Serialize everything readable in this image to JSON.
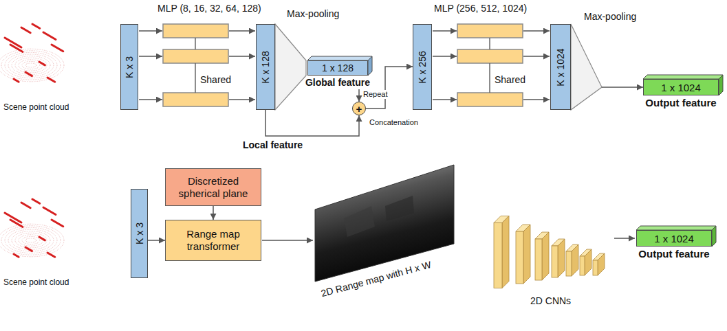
{
  "diagram": {
    "nodes": [
      {
        "text": [
          "K x 3"
        ]
      },
      {
        "text": [
          "K x 128"
        ]
      },
      {
        "text": [
          "1 x 128",
          "Global feature"
        ]
      },
      {
        "text": [
          "+"
        ]
      },
      {
        "text": [
          "K x 256"
        ]
      },
      {
        "text": [
          "K x 1024"
        ]
      },
      {
        "text": [
          "1 x 1024",
          "Output feature"
        ]
      },
      {
        "text": [
          "K x 3"
        ]
      },
      {
        "text": [
          "Discretized spherical plane"
        ]
      },
      {
        "text": [
          "Range map transformer"
        ]
      },
      {
        "text": [
          "1 x 1024",
          "Output feature"
        ]
      }
    ],
    "edges": [
      {
        "from": 2,
        "to": 3,
        "arrow": "to",
        "label": "Repeat"
      },
      {
        "from": 1,
        "to": 3,
        "arrow": "to"
      },
      {
        "from": 3,
        "to": 4,
        "arrow": "to"
      },
      {
        "from": 5,
        "to": 6,
        "arrow": "to"
      },
      {
        "from": 7,
        "to": 9,
        "arrow": "to"
      },
      {
        "from": 8,
        "to": 9,
        "arrow": "to"
      }
    ],
    "labels": [
      "MLP (8, 16, 32, 64, 128)",
      "Shared",
      "Max-pooling",
      "Local feature",
      "Concatenation",
      "MLP (256, 512, 1024)",
      "Shared",
      "Max-pooling",
      "Scene point cloud",
      "Scene point cloud",
      "2D Range map with H x W",
      "2D CNNs"
    ]
  }
}
